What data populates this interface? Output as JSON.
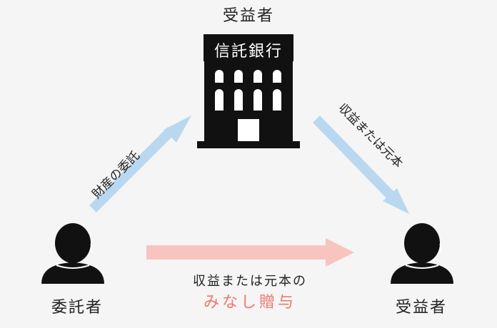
{
  "labels": {
    "top_beneficiary": "受益者",
    "bank": "信託銀行",
    "settlor": "委託者",
    "right_beneficiary": "受益者",
    "left_arrow": "財産の委託",
    "right_arrow": "収益または元本",
    "center_line1": "収益または元本の",
    "center_line2": "みなし贈与"
  },
  "colors": {
    "blue_arrow": "#b9d8f0",
    "pink_arrow": "#f8c4bf",
    "highlight_text": "#f0766e",
    "figure": "#111111"
  },
  "icons": [
    "bank-building-icon",
    "person-icon",
    "person-icon"
  ]
}
